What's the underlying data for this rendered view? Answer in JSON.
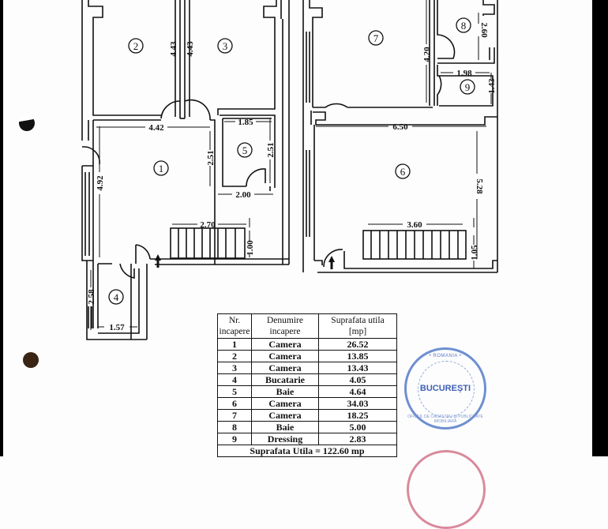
{
  "document": {
    "type": "floor-plan",
    "colors": {
      "ink": "#111111",
      "stamp_blue": "#3d5fb6",
      "stamp_red": "#d98a9c",
      "hole": "#3a2413"
    }
  },
  "plan": {
    "rooms": [
      {
        "id": "1",
        "label": "1"
      },
      {
        "id": "2",
        "label": "2"
      },
      {
        "id": "3",
        "label": "3"
      },
      {
        "id": "4",
        "label": "4"
      },
      {
        "id": "5",
        "label": "5"
      },
      {
        "id": "6",
        "label": "6"
      },
      {
        "id": "7",
        "label": "7"
      },
      {
        "id": "8",
        "label": "8"
      },
      {
        "id": "9",
        "label": "9"
      }
    ],
    "dimensions": {
      "r2_height": "4.43",
      "r3_height": "4.43",
      "r1_width": "4.42",
      "r5_width": "1.85",
      "r5_height_left": "2.51",
      "r5_height_right": "2.51",
      "r5_bottom": "2.00",
      "r1_height": "4.92",
      "stair1_width": "2.70",
      "stair1_depth": "1.00",
      "r4_height": "2.58",
      "r4_width": "1.57",
      "r7_height": "4.20",
      "r8_height": "2.60",
      "r9_width": "1.98",
      "r9_height": "1.43",
      "r6_width": "6.50",
      "r6_height": "5.28",
      "stair2_width": "3.60",
      "stair2_depth": "1.05"
    }
  },
  "table": {
    "headers": {
      "nr_line1": "Nr.",
      "nr_line2": "incapere",
      "name_line1": "Denumire",
      "name_line2": "incapere",
      "area_line1": "Suprafata utila",
      "area_line2": "[mp]"
    },
    "rows": [
      {
        "nr": "1",
        "name": "Camera",
        "area": "26.52"
      },
      {
        "nr": "2",
        "name": "Camera",
        "area": "13.85"
      },
      {
        "nr": "3",
        "name": "Camera",
        "area": "13.43"
      },
      {
        "nr": "4",
        "name": "Bucatarie",
        "area": "4.05"
      },
      {
        "nr": "5",
        "name": "Baie",
        "area": "4.64"
      },
      {
        "nr": "6",
        "name": "Camera",
        "area": "34.03"
      },
      {
        "nr": "7",
        "name": "Camera",
        "area": "18.25"
      },
      {
        "nr": "8",
        "name": "Baie",
        "area": "5.00"
      },
      {
        "nr": "9",
        "name": "Dressing",
        "area": "2.83"
      }
    ],
    "total": "Suprafata Utila = 122.60 mp"
  },
  "stamp": {
    "top_text": "• ROMANIA •",
    "city": "BUCUREȘTI",
    "ring_text": "OFICIUL DE CADASTRU ȘI PUBLICITATE IMOBILIARĂ"
  }
}
